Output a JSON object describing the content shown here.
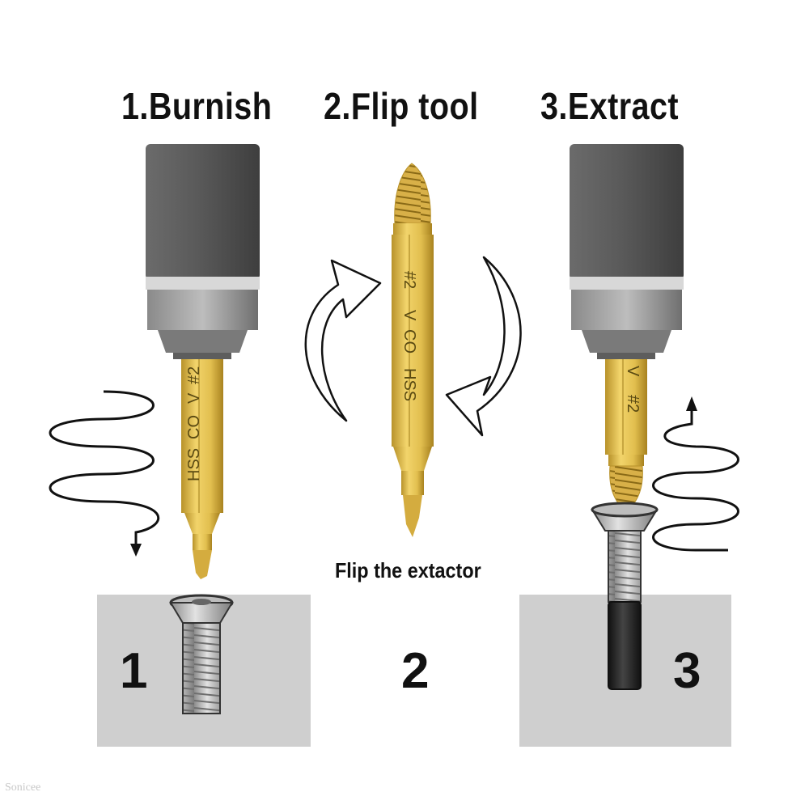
{
  "steps": [
    {
      "title": "1.Burnish",
      "number": "1"
    },
    {
      "title": "2.Flip tool",
      "number": "2"
    },
    {
      "title": "3.Extract",
      "number": "3"
    }
  ],
  "caption": "Flip the extactor",
  "bit_marking": {
    "hss": "HSS",
    "co": "CO",
    "v": "V",
    "size": "#2"
  },
  "watermark": "Sonicee",
  "colors": {
    "drill_body": "#5e5e5e",
    "bit_gold": "#d9b547",
    "workpiece": "#cfcfcf",
    "screw": "#9a9a9a"
  }
}
